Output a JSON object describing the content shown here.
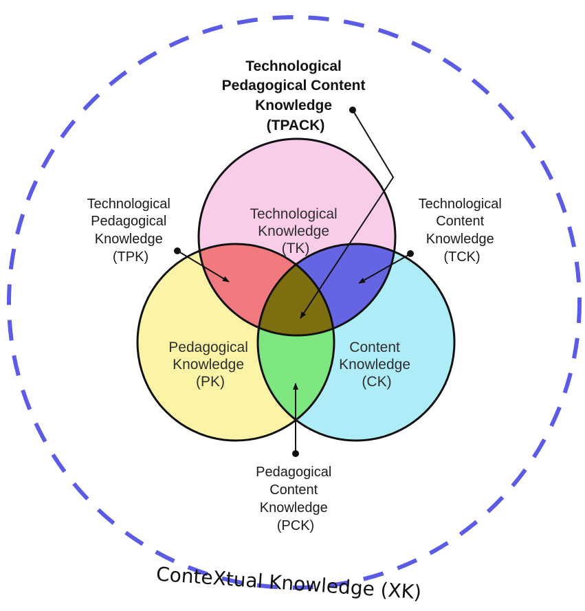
{
  "colors": {
    "outer_dash": "#5b5be6",
    "tk": "#f9cdea",
    "pk": "#fbf3a6",
    "ck": "#aeecf7",
    "tpk": "#f17a7e",
    "tck": "#6565e3",
    "pck": "#7ee67e",
    "tpack": "#7d6e10",
    "outline": "#111111"
  },
  "circles": {
    "tk": {
      "lines": [
        "Technological",
        "Knowledge",
        "(TK)"
      ]
    },
    "pk": {
      "lines": [
        "Pedagogical",
        "Knowledge",
        "(PK)"
      ]
    },
    "ck": {
      "lines": [
        "Content",
        "Knowledge",
        "(CK)"
      ]
    }
  },
  "labels": {
    "tpack": {
      "lines": [
        "Technological",
        "Pedagogical Content",
        "Knowledge",
        "(TPACK)"
      ]
    },
    "tpk": {
      "lines": [
        "Technological",
        "Pedagogical",
        "Knowledge",
        "(TPK)"
      ]
    },
    "tck": {
      "lines": [
        "Technological",
        "Content",
        "Knowledge",
        "(TCK)"
      ]
    },
    "pck": {
      "lines": [
        "Pedagogical",
        "Content",
        "Knowledge",
        "(PCK)"
      ]
    }
  },
  "context": {
    "text": "ConteXtual Knowledge (XK)"
  }
}
